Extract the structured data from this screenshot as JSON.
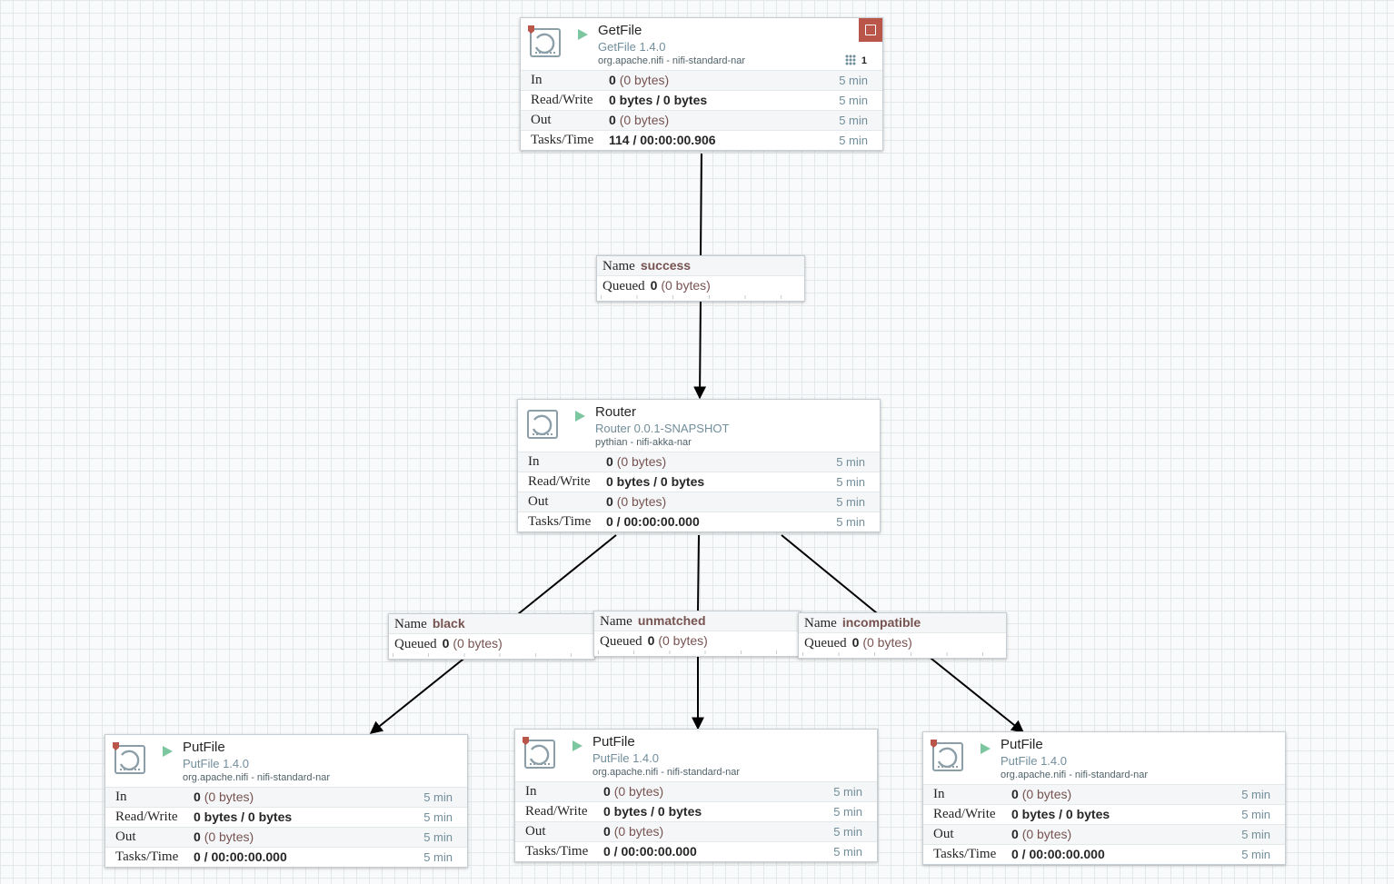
{
  "processors": [
    {
      "name": "GetFile",
      "type": "GetFile 1.4.0",
      "bundle": "org.apache.nifi - nifi-standard-nar",
      "threads": "1",
      "stats": [
        {
          "label": "In",
          "bold": "0",
          "rest": "(0 bytes)",
          "time": "5 min"
        },
        {
          "label": "Read/Write",
          "bold": "0 bytes / 0 bytes",
          "rest": "",
          "time": "5 min"
        },
        {
          "label": "Out",
          "bold": "0",
          "rest": "(0 bytes)",
          "time": "5 min"
        },
        {
          "label": "Tasks/Time",
          "bold": "114 / 00:00:00.906",
          "rest": "",
          "time": "5 min"
        }
      ]
    },
    {
      "name": "Router",
      "type": "Router 0.0.1-SNAPSHOT",
      "bundle": "pythian - nifi-akka-nar",
      "stats": [
        {
          "label": "In",
          "bold": "0",
          "rest": "(0 bytes)",
          "time": "5 min"
        },
        {
          "label": "Read/Write",
          "bold": "0 bytes / 0 bytes",
          "rest": "",
          "time": "5 min"
        },
        {
          "label": "Out",
          "bold": "0",
          "rest": "(0 bytes)",
          "time": "5 min"
        },
        {
          "label": "Tasks/Time",
          "bold": "0 / 00:00:00.000",
          "rest": "",
          "time": "5 min"
        }
      ]
    },
    {
      "name": "PutFile",
      "type": "PutFile 1.4.0",
      "bundle": "org.apache.nifi - nifi-standard-nar",
      "stats": [
        {
          "label": "In",
          "bold": "0",
          "rest": "(0 bytes)",
          "time": "5 min"
        },
        {
          "label": "Read/Write",
          "bold": "0 bytes / 0 bytes",
          "rest": "",
          "time": "5 min"
        },
        {
          "label": "Out",
          "bold": "0",
          "rest": "(0 bytes)",
          "time": "5 min"
        },
        {
          "label": "Tasks/Time",
          "bold": "0 / 00:00:00.000",
          "rest": "",
          "time": "5 min"
        }
      ]
    },
    {
      "name": "PutFile",
      "type": "PutFile 1.4.0",
      "bundle": "org.apache.nifi - nifi-standard-nar",
      "stats": [
        {
          "label": "In",
          "bold": "0",
          "rest": "(0 bytes)",
          "time": "5 min"
        },
        {
          "label": "Read/Write",
          "bold": "0 bytes / 0 bytes",
          "rest": "",
          "time": "5 min"
        },
        {
          "label": "Out",
          "bold": "0",
          "rest": "(0 bytes)",
          "time": "5 min"
        },
        {
          "label": "Tasks/Time",
          "bold": "0 / 00:00:00.000",
          "rest": "",
          "time": "5 min"
        }
      ]
    },
    {
      "name": "PutFile",
      "type": "PutFile 1.4.0",
      "bundle": "org.apache.nifi - nifi-standard-nar",
      "stats": [
        {
          "label": "In",
          "bold": "0",
          "rest": "(0 bytes)",
          "time": "5 min"
        },
        {
          "label": "Read/Write",
          "bold": "0 bytes / 0 bytes",
          "rest": "",
          "time": "5 min"
        },
        {
          "label": "Out",
          "bold": "0",
          "rest": "(0 bytes)",
          "time": "5 min"
        },
        {
          "label": "Tasks/Time",
          "bold": "0 / 00:00:00.000",
          "rest": "",
          "time": "5 min"
        }
      ]
    }
  ],
  "connections": [
    {
      "name_label": "Name",
      "name": "success",
      "queued_label": "Queued",
      "queued_count": "0",
      "queued_bytes": "(0 bytes)"
    },
    {
      "name_label": "Name",
      "name": "black",
      "queued_label": "Queued",
      "queued_count": "0",
      "queued_bytes": "(0 bytes)"
    },
    {
      "name_label": "Name",
      "name": "unmatched",
      "queued_label": "Queued",
      "queued_count": "0",
      "queued_bytes": "(0 bytes)"
    },
    {
      "name_label": "Name",
      "name": "incompatible",
      "queued_label": "Queued",
      "queued_count": "0",
      "queued_bytes": "(0 bytes)"
    }
  ],
  "colors": {
    "running": "#7dc7a0",
    "restricted": "#ba554a",
    "label_value": "#775351",
    "secondary": "#728e9b"
  },
  "icons": [
    "processor-icon",
    "run-status-icon",
    "restricted-icon",
    "bulletin-icon",
    "threads-icon"
  ]
}
